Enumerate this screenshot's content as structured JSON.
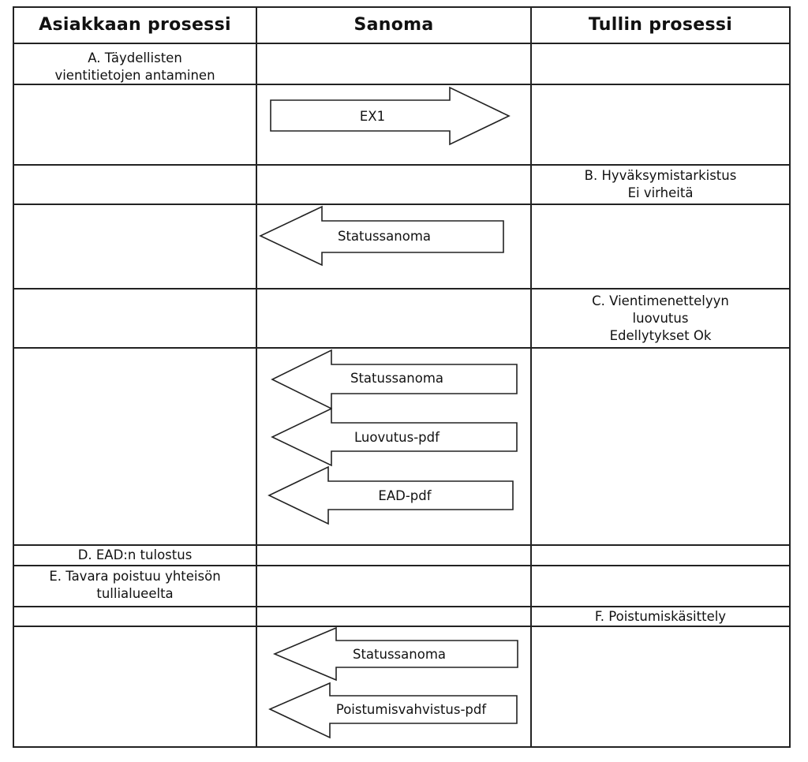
{
  "headers": {
    "customer": "Asiakkaan prosessi",
    "message": "Sanoma",
    "customs": "Tullin prosessi"
  },
  "steps": {
    "a": [
      "A. Täydellisten",
      "vientitietojen antaminen"
    ],
    "b": [
      "B. Hyväksymistarkistus",
      "Ei virheitä"
    ],
    "c": [
      "C. Vientimenettelyyn",
      "luovutus",
      "Edellytykset Ok"
    ],
    "d": [
      "D. EAD:n tulostus"
    ],
    "e": [
      "E. Tavara poistuu yhteisön",
      "tullialueelta"
    ],
    "f": [
      "F. Poistumiskäsittely"
    ]
  },
  "messages": {
    "ex1": "EX1",
    "status_1": "Statussanoma",
    "status_2": "Statussanoma",
    "luovutus_pdf": "Luovutus-pdf",
    "ead_pdf": "EAD-pdf",
    "status_3": "Statussanoma",
    "poistumisvahvistus_pdf": "Poistumisvahvistus-pdf"
  },
  "arrow_directions": {
    "ex1": "right",
    "status_1": "left",
    "status_2": "left",
    "luovutus_pdf": "left",
    "ead_pdf": "left",
    "status_3": "left",
    "poistumisvahvistus_pdf": "left"
  }
}
